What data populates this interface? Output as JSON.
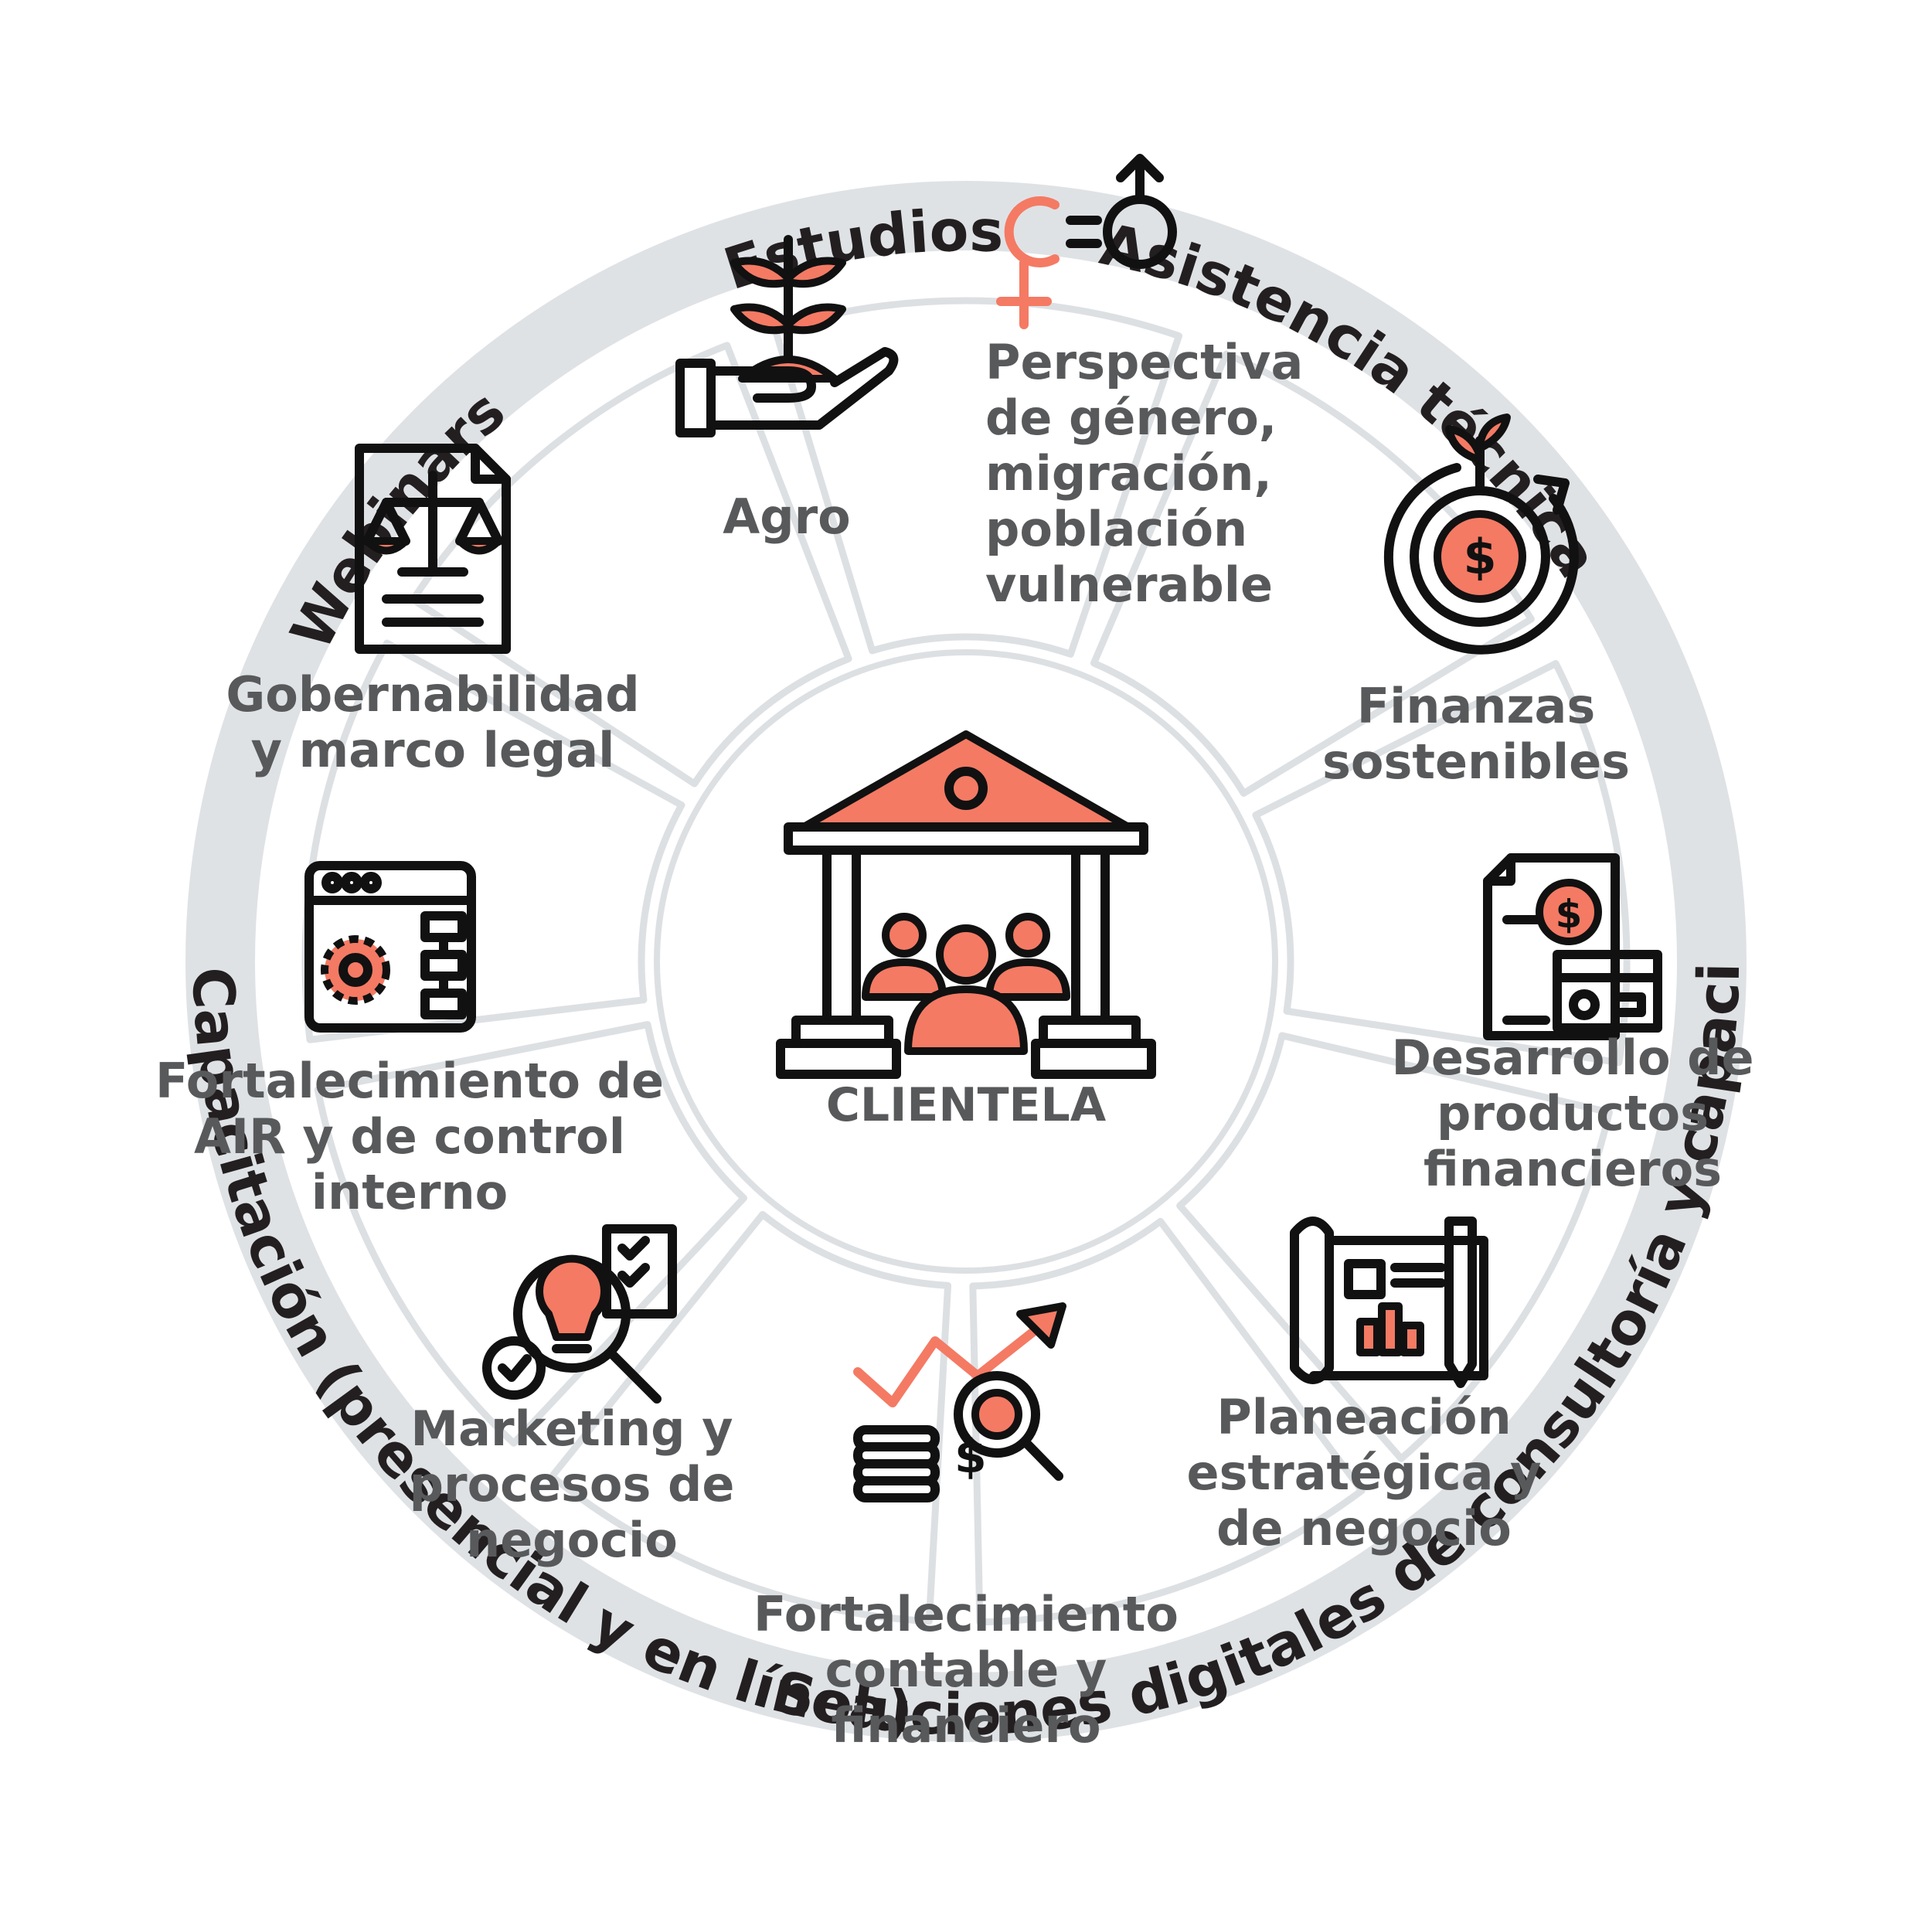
{
  "colors": {
    "ring": "#dfe2e5",
    "segment_border": "#dde0e3",
    "accent": "#f47a64",
    "outer_text": "#231f20",
    "segment_text": "#58595b"
  },
  "center": {
    "label": "CLIENTELA",
    "icon": "bank-with-people-icon"
  },
  "outer_ring": [
    "Estudios",
    "Asistencia técnica",
    "Soluciones digitales de consultoría y capacitación",
    "Capacitación (presencial y en línea)",
    "Webinars"
  ],
  "segments": [
    {
      "id": "agro",
      "icon": "plant-in-hand-icon",
      "lines": [
        "Agro"
      ]
    },
    {
      "id": "genero",
      "icon": "gender-equality-icon",
      "lines": [
        "Perspectiva",
        "de género,",
        "migración,",
        "población",
        "vulnerable"
      ]
    },
    {
      "id": "finanzas",
      "icon": "sustainable-money-cycle-icon",
      "lines": [
        "Finanzas",
        "sostenibles"
      ]
    },
    {
      "id": "productos",
      "icon": "invoice-and-card-icon",
      "lines": [
        "Desarrollo de",
        "productos",
        "financieros"
      ]
    },
    {
      "id": "planeacion",
      "icon": "blueprint-plan-icon",
      "lines": [
        "Planeación",
        "estratégica y",
        "de negocio"
      ]
    },
    {
      "id": "contable",
      "icon": "coins-growth-chart-icon",
      "lines": [
        "Fortalecimiento",
        "contable y",
        "financiero"
      ]
    },
    {
      "id": "marketing",
      "icon": "idea-analysis-icon",
      "lines": [
        "Marketing y",
        "procesos de",
        "negocio"
      ]
    },
    {
      "id": "air",
      "icon": "process-workflow-icon",
      "lines": [
        "Fortalecimiento de",
        "AIR y de control",
        "interno"
      ]
    },
    {
      "id": "gobernabilidad",
      "icon": "legal-document-icon",
      "lines": [
        "Gobernabilidad",
        "y marco legal"
      ]
    }
  ]
}
